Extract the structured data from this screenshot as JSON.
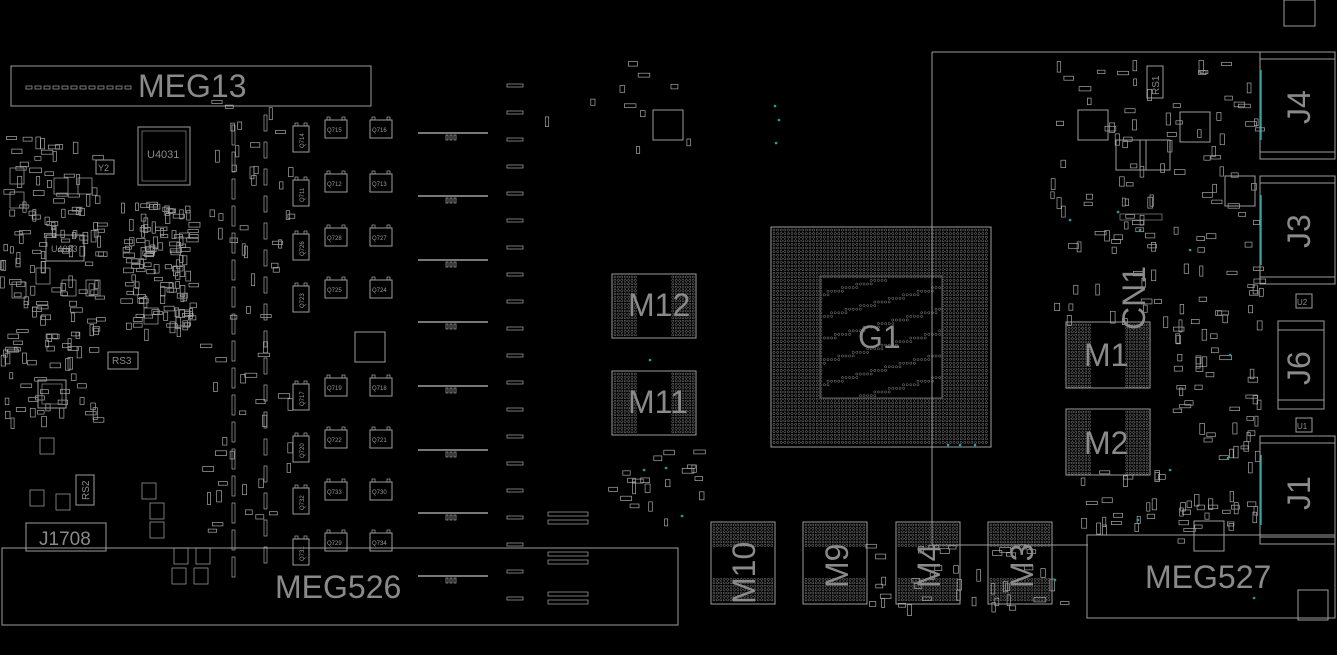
{
  "board": {
    "background": "#000000",
    "outline_color": "#9c9c9c",
    "via_color": "#1aa3a3"
  },
  "labels": {
    "g1": "G1",
    "m1": "M1",
    "m2": "M2",
    "m3": "M3",
    "m4": "M4",
    "m9": "M9",
    "m10": "M10",
    "m11": "M11",
    "m12": "M12",
    "cn1": "CN1",
    "j1": "J1",
    "j3": "J3",
    "j4": "J4",
    "j6": "J6",
    "j1708": "J1708",
    "meg13": "MEG13",
    "meg526": "MEG526",
    "meg527": "MEG527",
    "u4031": "U4031",
    "u4033": "U4033",
    "rs1": "RS1",
    "rs2": "RS2",
    "rs3": "RS3",
    "y2": "Y2",
    "u1": "U1",
    "u2": "U2",
    "q": [
      "Q715",
      "Q716",
      "Q714",
      "Q712",
      "Q713",
      "Q711",
      "Q728",
      "Q727",
      "Q726",
      "Q725",
      "Q724",
      "Q723",
      "Q719",
      "Q718",
      "Q717",
      "Q722",
      "Q721",
      "Q720",
      "Q733",
      "Q730",
      "Q732",
      "Q729",
      "Q734",
      "Q731"
    ]
  }
}
